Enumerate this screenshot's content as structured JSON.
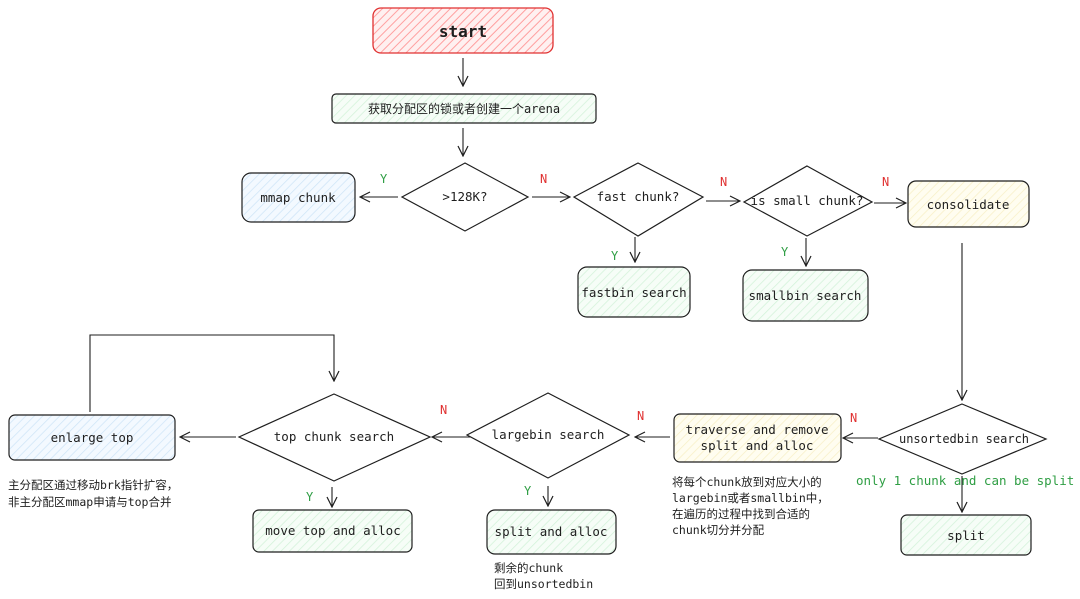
{
  "nodes": {
    "start": "start",
    "get_arena": "获取分配区的锁或者创建一个arena",
    "mmap_chunk": "mmap chunk",
    "size_check": ">128K?",
    "fast_chunk": "fast chunk?",
    "small_chunk": "is small chunk?",
    "consolidate": "consolidate",
    "fastbin_search": "fastbin search",
    "smallbin_search": "smallbin search",
    "enlarge_top": "enlarge top",
    "top_chunk_search": "top chunk search",
    "largebin_search": "largebin search",
    "traverse_line1": "traverse and remove",
    "traverse_line2": "split and alloc",
    "unsortedbin_search": "unsortedbin search",
    "move_top": "move top and alloc",
    "split_alloc": "split and alloc",
    "split": "split"
  },
  "edge_labels": {
    "size_yes": "Y",
    "size_no": "N",
    "fast_yes": "Y",
    "fast_no": "N",
    "small_yes": "Y",
    "small_no": "N",
    "unsorted_no": "N",
    "unsorted_only": "only 1 chunk and can be split",
    "largebin_no": "N",
    "largebin_yes": "Y",
    "topchunk_yes": "Y"
  },
  "notes": {
    "enlarge_top": [
      "主分配区通过移动brk指针扩容，",
      "非主分配区mmap申请与top合并"
    ],
    "traverse": [
      "将每个chunk放到对应大小的",
      "largebin或者smallbin中，",
      "在遍历的过程中找到合适的",
      "chunk切分并分配"
    ],
    "split_alloc": [
      "剩余的chunk",
      "回到unsortedbin"
    ]
  },
  "colors": {
    "start_fill": "#ffc9c9",
    "start_stroke": "#e03131",
    "green_fill": "#ebfbee",
    "blue_fill": "#e7f5ff",
    "yellow_fill": "#fff9db",
    "yes_color": "#2f9e44",
    "no_color": "#e03131"
  }
}
